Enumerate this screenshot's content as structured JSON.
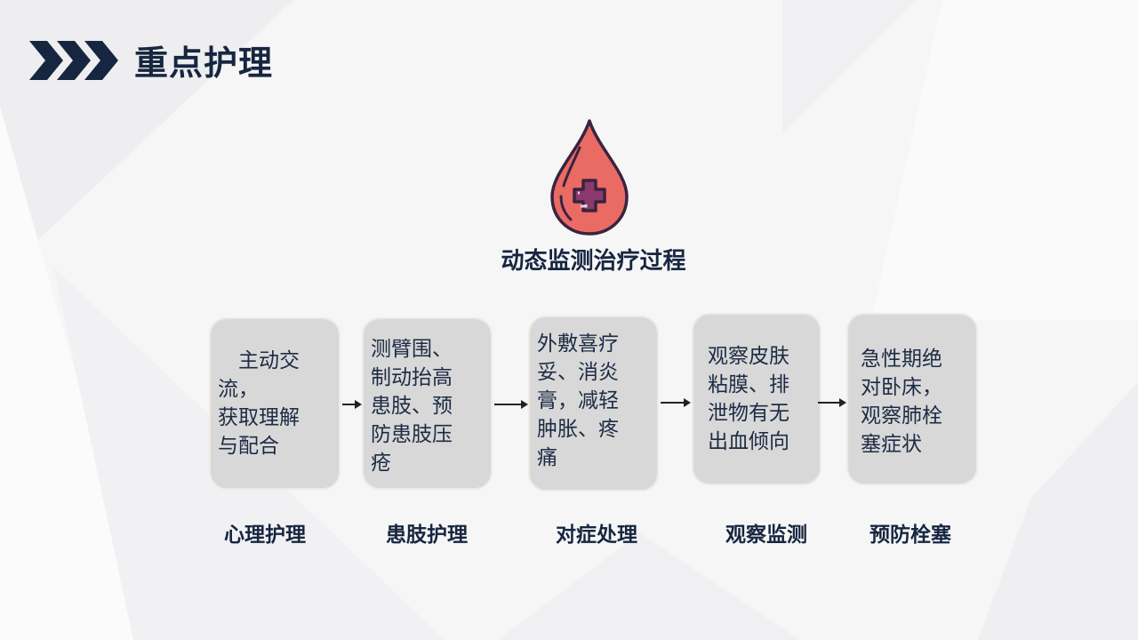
{
  "header": {
    "icon": "triple-chevron-right-icon",
    "title": "重点护理"
  },
  "center": {
    "icon": "blood-drop-medical-cross-icon",
    "subtitle": "动态监测治疗过程"
  },
  "colors": {
    "navy": "#172640",
    "box_fill": "#d8d8d8",
    "drop_red": "#e96b64",
    "cross_purple": "#8a3a6d",
    "outline": "#3a2340"
  },
  "steps": [
    {
      "label": "心理护理",
      "text": "　主动交流，\n获取理解\n与配合"
    },
    {
      "label": "患肢护理",
      "text": "测臂围、\n制动抬高\n患肢、预\n防患肢压\n疮"
    },
    {
      "label": "对症处理",
      "text": "外敷喜疗\n妥、消炎\n膏，减轻\n肿胀、疼\n痛"
    },
    {
      "label": "观察监测",
      "text": "观察皮肤\n粘膜、排\n泄物有无\n出血倾向"
    },
    {
      "label": "预防栓塞",
      "text": "急性期绝\n对卧床，\n观察肺栓\n塞症状"
    }
  ]
}
